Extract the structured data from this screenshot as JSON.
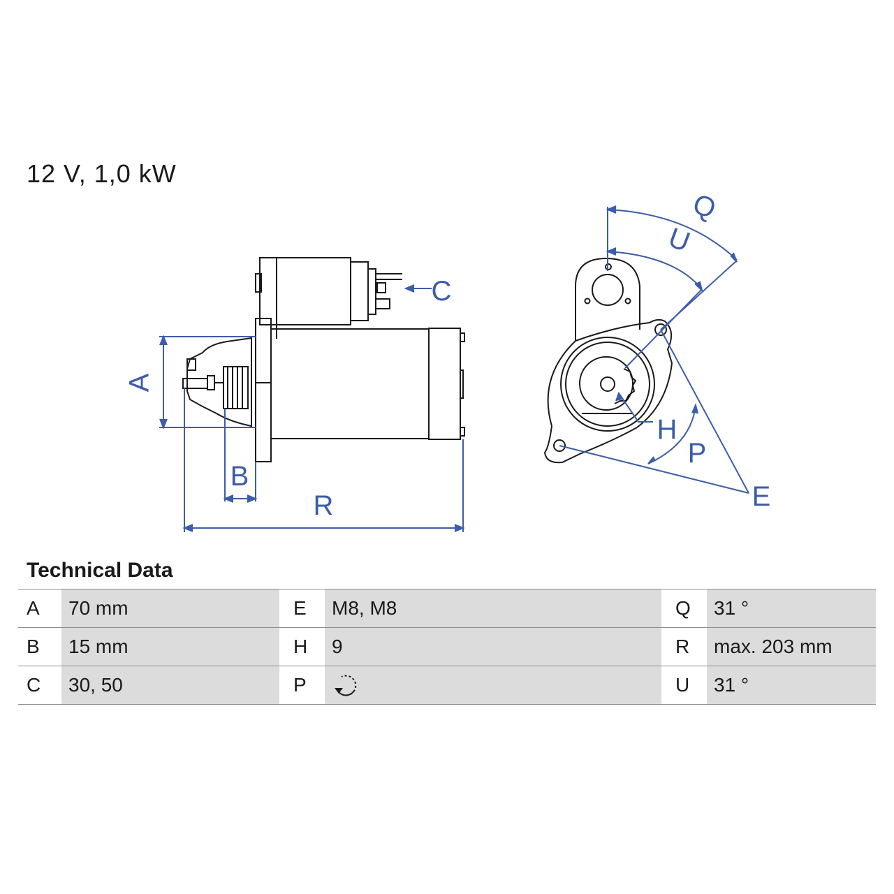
{
  "title": "12 V, 1,0 kW",
  "diagram": {
    "labels": {
      "A": "A",
      "B": "B",
      "C": "C",
      "R": "R",
      "Q": "Q",
      "U": "U",
      "H": "H",
      "P": "P",
      "E": "E"
    },
    "colors": {
      "line": "#1a1a1a",
      "dimension": "#3d5da8"
    }
  },
  "technical_data": {
    "heading": "Technical Data",
    "rows": [
      [
        {
          "key": "A",
          "value": "70 mm"
        },
        {
          "key": "E",
          "value": "M8, M8"
        },
        {
          "key": "Q",
          "value": "31 °"
        }
      ],
      [
        {
          "key": "B",
          "value": "15 mm"
        },
        {
          "key": "H",
          "value": "9"
        },
        {
          "key": "R",
          "value": "max. 203 mm"
        }
      ],
      [
        {
          "key": "C",
          "value": "30, 50"
        },
        {
          "key": "P",
          "value": "",
          "icon": "counterclockwise-rotation-icon"
        },
        {
          "key": "U",
          "value": "31 °"
        }
      ]
    ]
  }
}
